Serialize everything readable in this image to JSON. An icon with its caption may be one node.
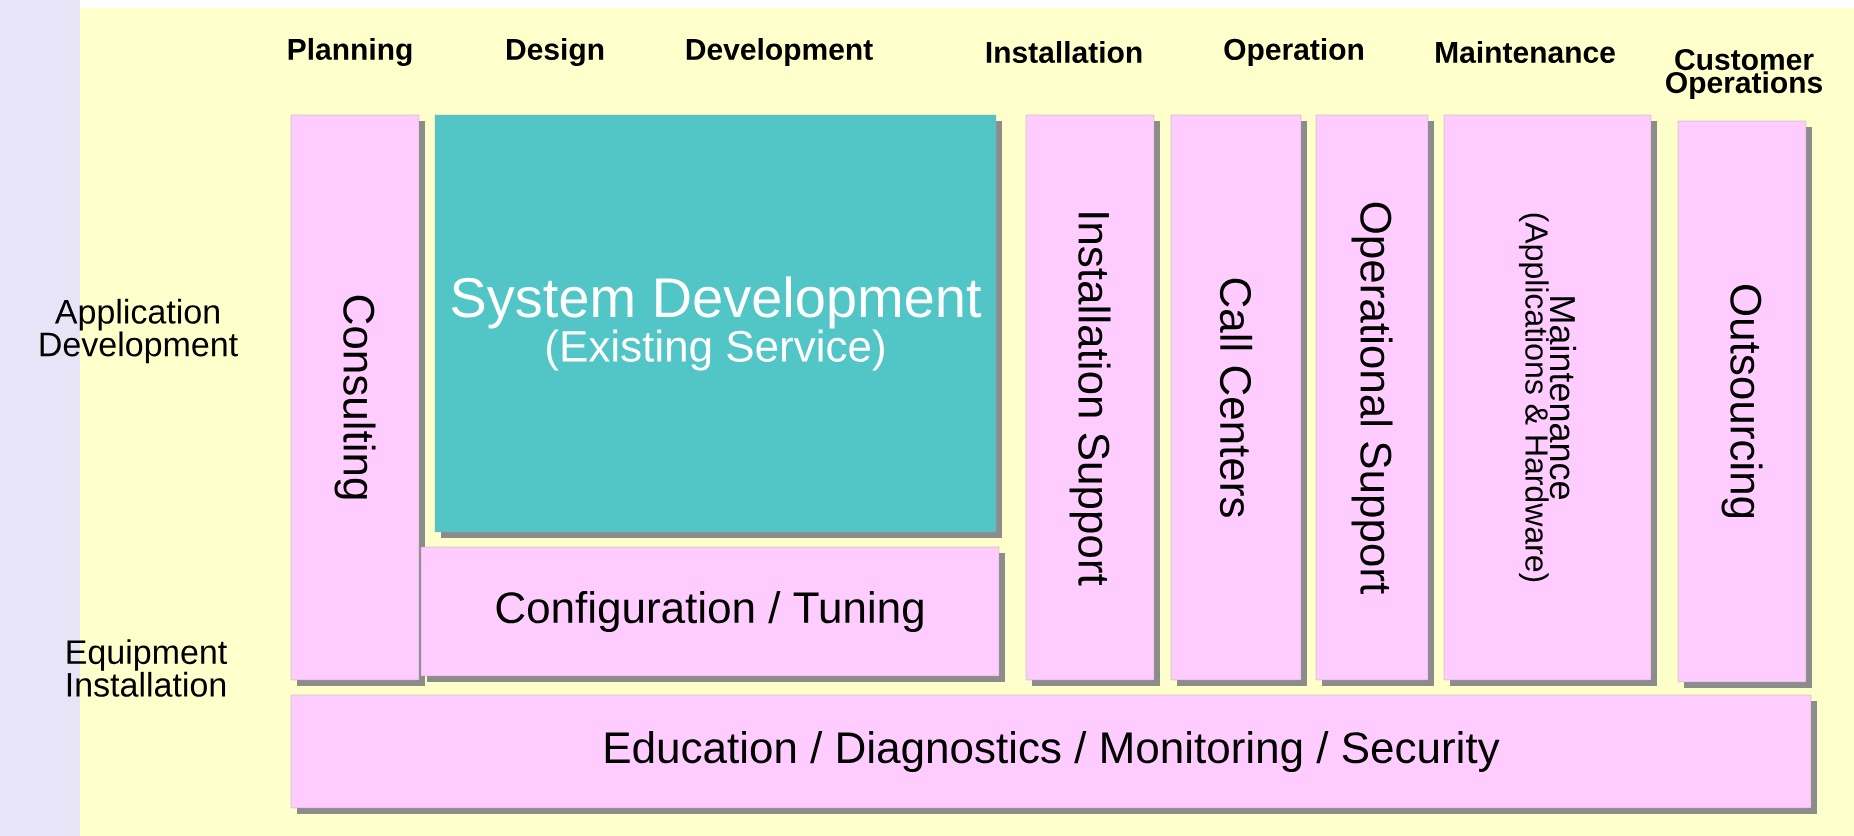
{
  "diagram": {
    "nodes": [
      {
        "text": [
          "Consulting"
        ]
      },
      {
        "text": [
          "System Development",
          "(Existing Service)"
        ]
      },
      {
        "text": [
          "Configuration / Tuning"
        ]
      },
      {
        "text": [
          "Installation Support"
        ]
      },
      {
        "text": [
          "Call Centers"
        ]
      },
      {
        "text": [
          "Operational Support"
        ]
      },
      {
        "text": [
          "Maintenance",
          "(Applications & Hardware)"
        ]
      },
      {
        "text": [
          "Outsourcing"
        ]
      },
      {
        "text": [
          "Education / Diagnostics / Monitoring / Security"
        ]
      }
    ],
    "labels": [
      "Planning",
      "Design",
      "Development",
      "Installation",
      "Operation",
      "Maintenance",
      "Customer Operations",
      "Application Development",
      "Equipment Installation"
    ]
  }
}
